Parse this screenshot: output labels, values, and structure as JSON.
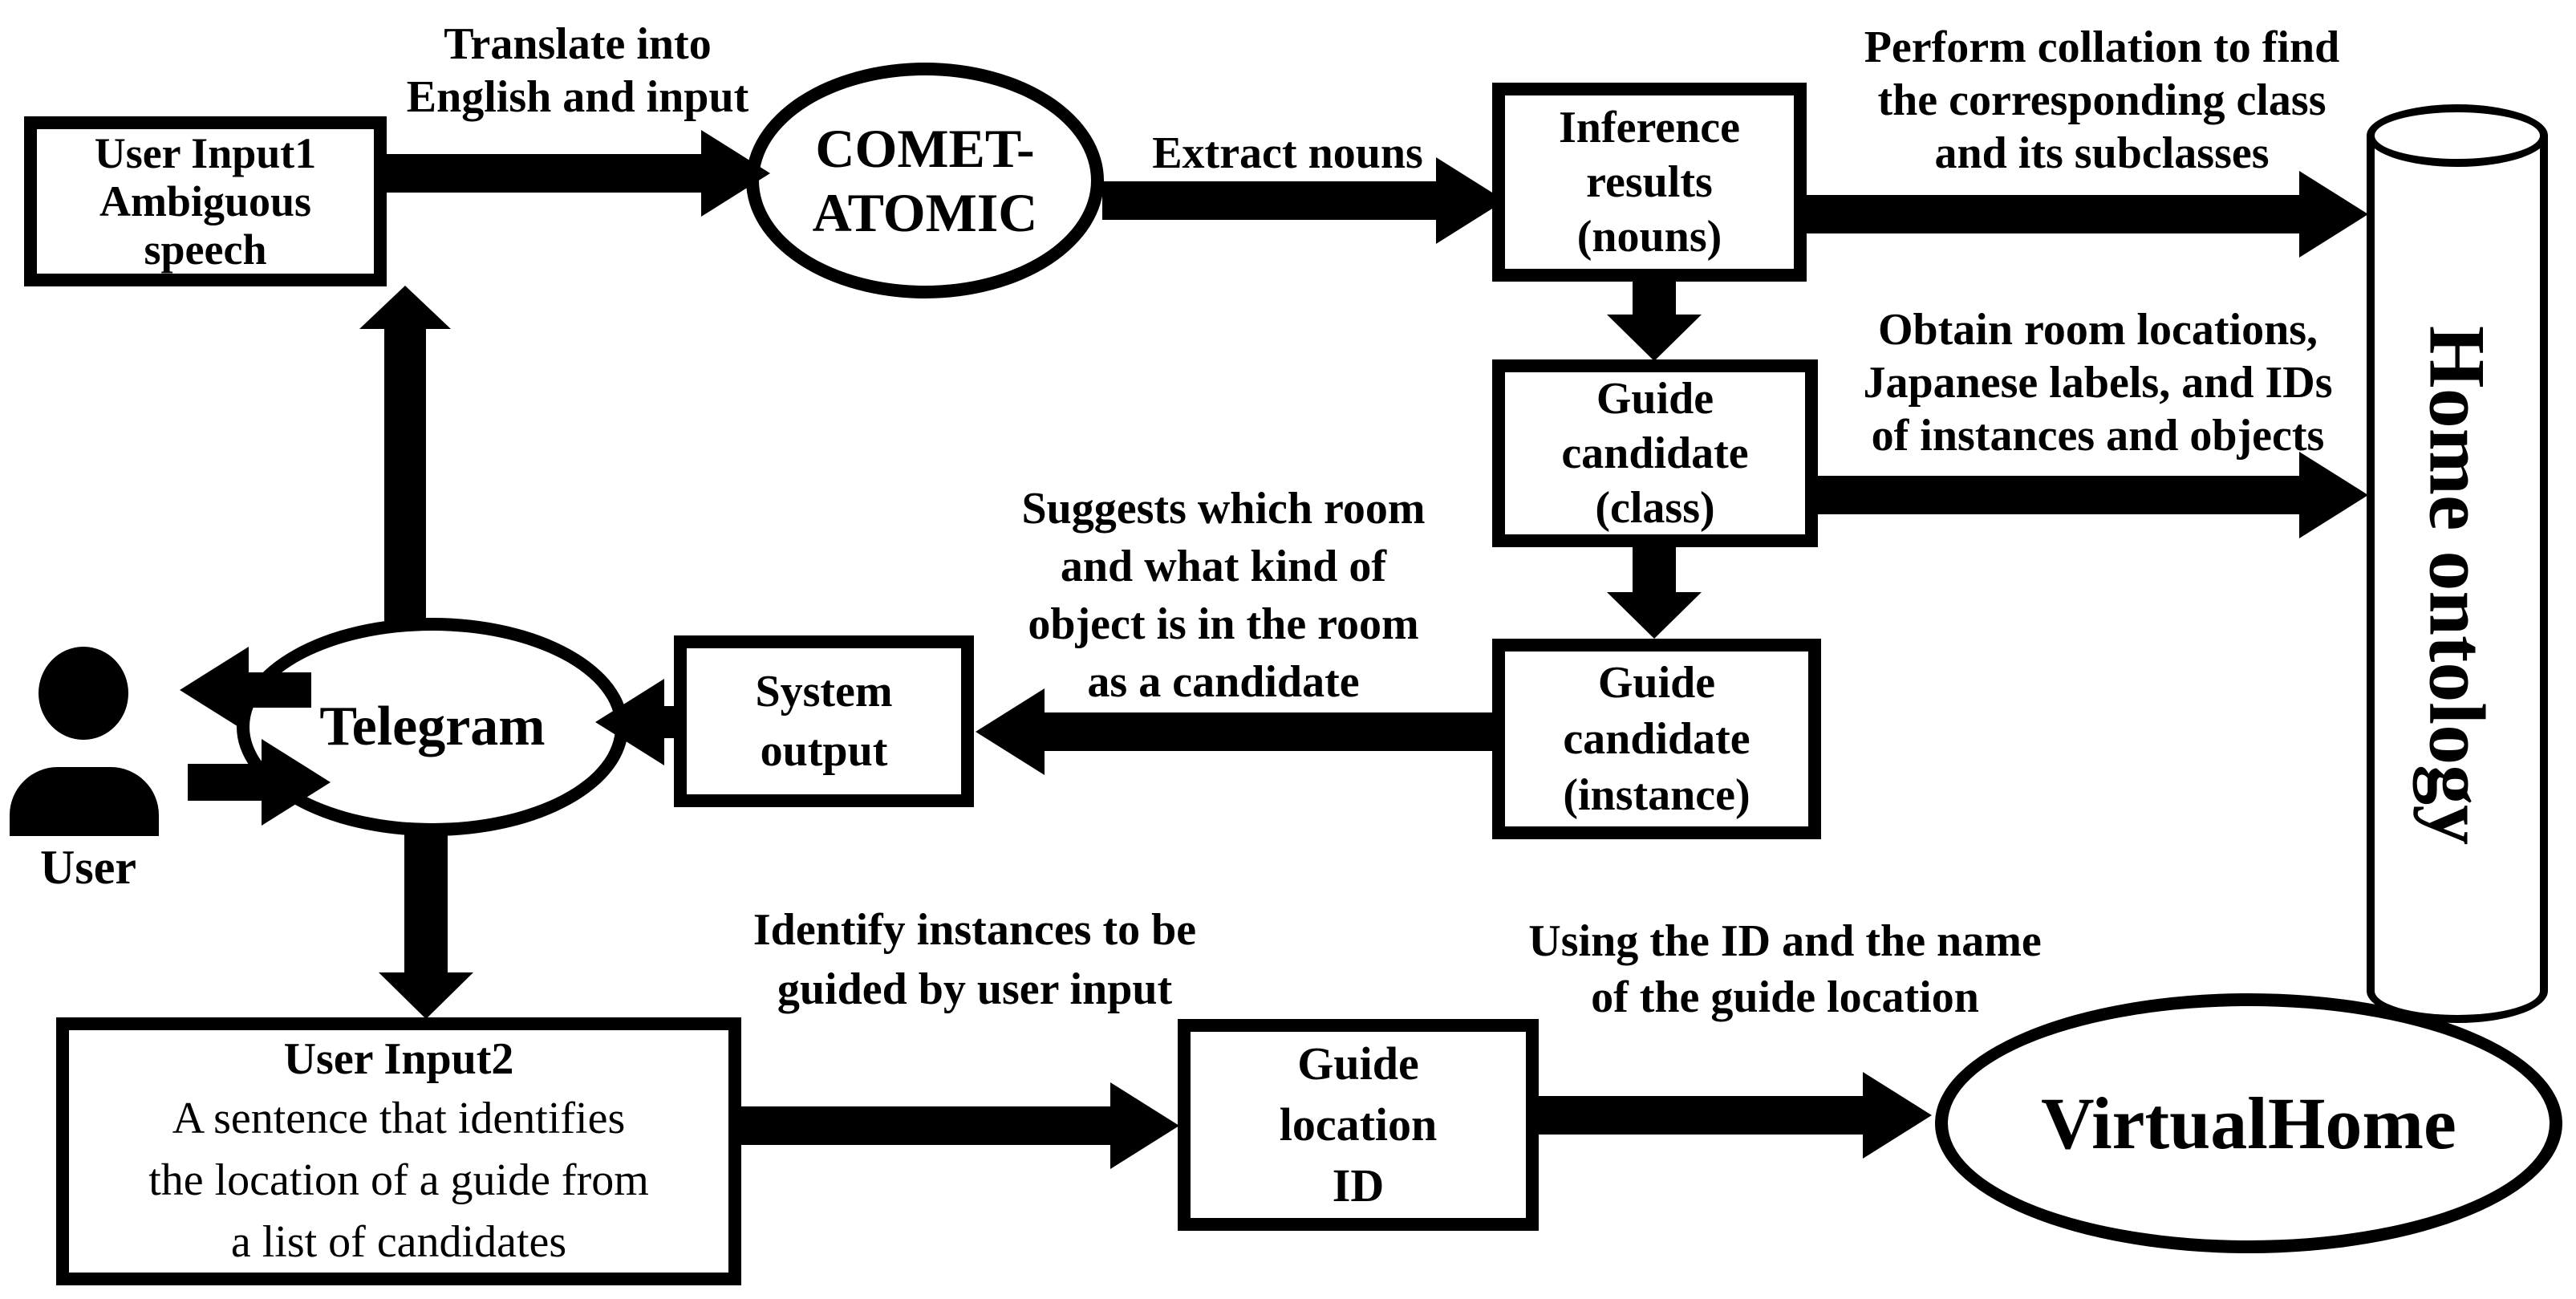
{
  "colors": {
    "ink": "#000000",
    "paper": "#ffffff"
  },
  "nodes": {
    "user_input1": {
      "lines": [
        "User Input1",
        "Ambiguous",
        "speech"
      ]
    },
    "comet_atomic": {
      "lines": [
        "COMET-",
        "ATOMIC"
      ]
    },
    "inference_results": {
      "lines": [
        "Inference",
        "results",
        "(nouns)"
      ]
    },
    "guide_candidate_class": {
      "lines": [
        "Guide",
        "candidate",
        "(class)"
      ]
    },
    "guide_candidate_instance": {
      "lines": [
        "Guide",
        "candidate",
        "(instance)"
      ]
    },
    "system_output": {
      "lines": [
        "System",
        "output"
      ]
    },
    "telegram": {
      "label": "Telegram"
    },
    "user": {
      "label": "User"
    },
    "user_input2": {
      "title": "User Input2",
      "lines": [
        "A sentence that identifies",
        "the location of a guide from",
        "a list of candidates"
      ]
    },
    "guide_location_id": {
      "lines": [
        "Guide",
        "location",
        "ID"
      ]
    },
    "virtualhome": {
      "label": "VirtualHome"
    },
    "home_ontology": {
      "label": "Home ontology"
    }
  },
  "edge_labels": {
    "translate": [
      "Translate into",
      "English and input"
    ],
    "extract_nouns": [
      "Extract nouns"
    ],
    "perform_collation": [
      "Perform collation to find",
      "the corresponding class",
      "and its subclasses"
    ],
    "obtain_rooms": [
      "Obtain room locations,",
      "Japanese labels, and IDs",
      "of instances and objects"
    ],
    "suggests": [
      "Suggests which room",
      "and what kind of",
      "object is in the room",
      "as a candidate"
    ],
    "identify": [
      "Identify instances to be",
      "guided by user input"
    ],
    "using_id": [
      "Using the ID and the name",
      "of the guide location"
    ]
  }
}
